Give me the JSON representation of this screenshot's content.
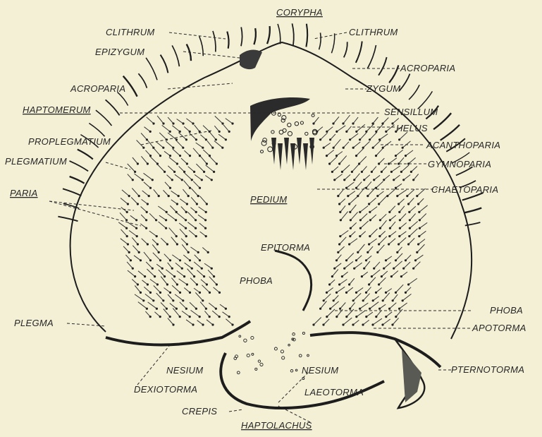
{
  "diagram": {
    "labels": {
      "corypha": "CORYPHA",
      "clithrum_left": "CLITHRUM",
      "clithrum_right": "CLITHRUM",
      "epizygum": "EPIZYGUM",
      "acroparia_right": "ACROPARIA",
      "acroparia_left": "ACROPARIA",
      "zygum": "ZYGUM",
      "haptomerum": "HAPTOMERUM",
      "sensillum": "SENSILLUM",
      "helus": "HELUS",
      "proplegmatium": "PROPLEGMATIUM",
      "acanthoparia": "ACANTHOPARIA",
      "plegmatium": "PLEGMATIUM",
      "gymnoparia": "GYMNOPARIA",
      "chaetoparia": "CHAETOPARIA",
      "paria": "PARIA",
      "pedium": "PEDIUM",
      "epitorma": "EPITORMA",
      "phoba_center": "PHOBA",
      "phoba_right": "PHOBA",
      "apotorma": "APOTORMA",
      "plegma": "PLEGMA",
      "nesium_left": "NESIUM",
      "nesium_right": "NESIUM",
      "pternotorma": "PTERNOTORMA",
      "dexiotorma": "DEXIOTORMA",
      "laeotorma": "LAEOTORMA",
      "crepis": "CREPIS",
      "haptolachus": "HAPTOLACHUS"
    }
  }
}
